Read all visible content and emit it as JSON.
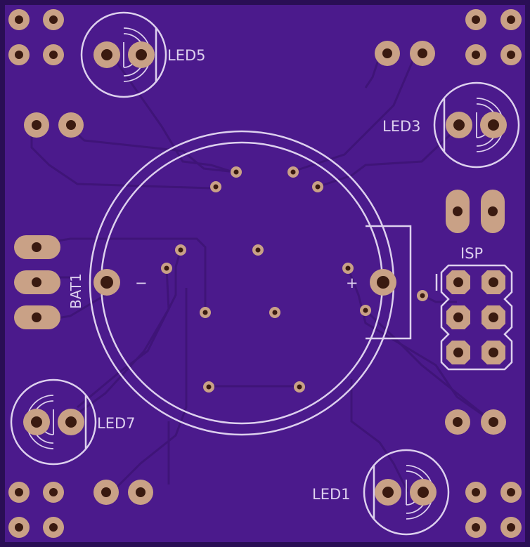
{
  "board": {
    "substrate_color": "#4b1a8c",
    "trace_color": "#3f1478",
    "silkscreen_color": "#ddd0ee",
    "pad_color": "#c9a186"
  },
  "labels": {
    "led5": "LED5",
    "led3": "LED3",
    "led7": "LED7",
    "led1": "LED1",
    "isp": "ISP",
    "bat": "BAT1",
    "minus": "−",
    "plus": "+"
  }
}
